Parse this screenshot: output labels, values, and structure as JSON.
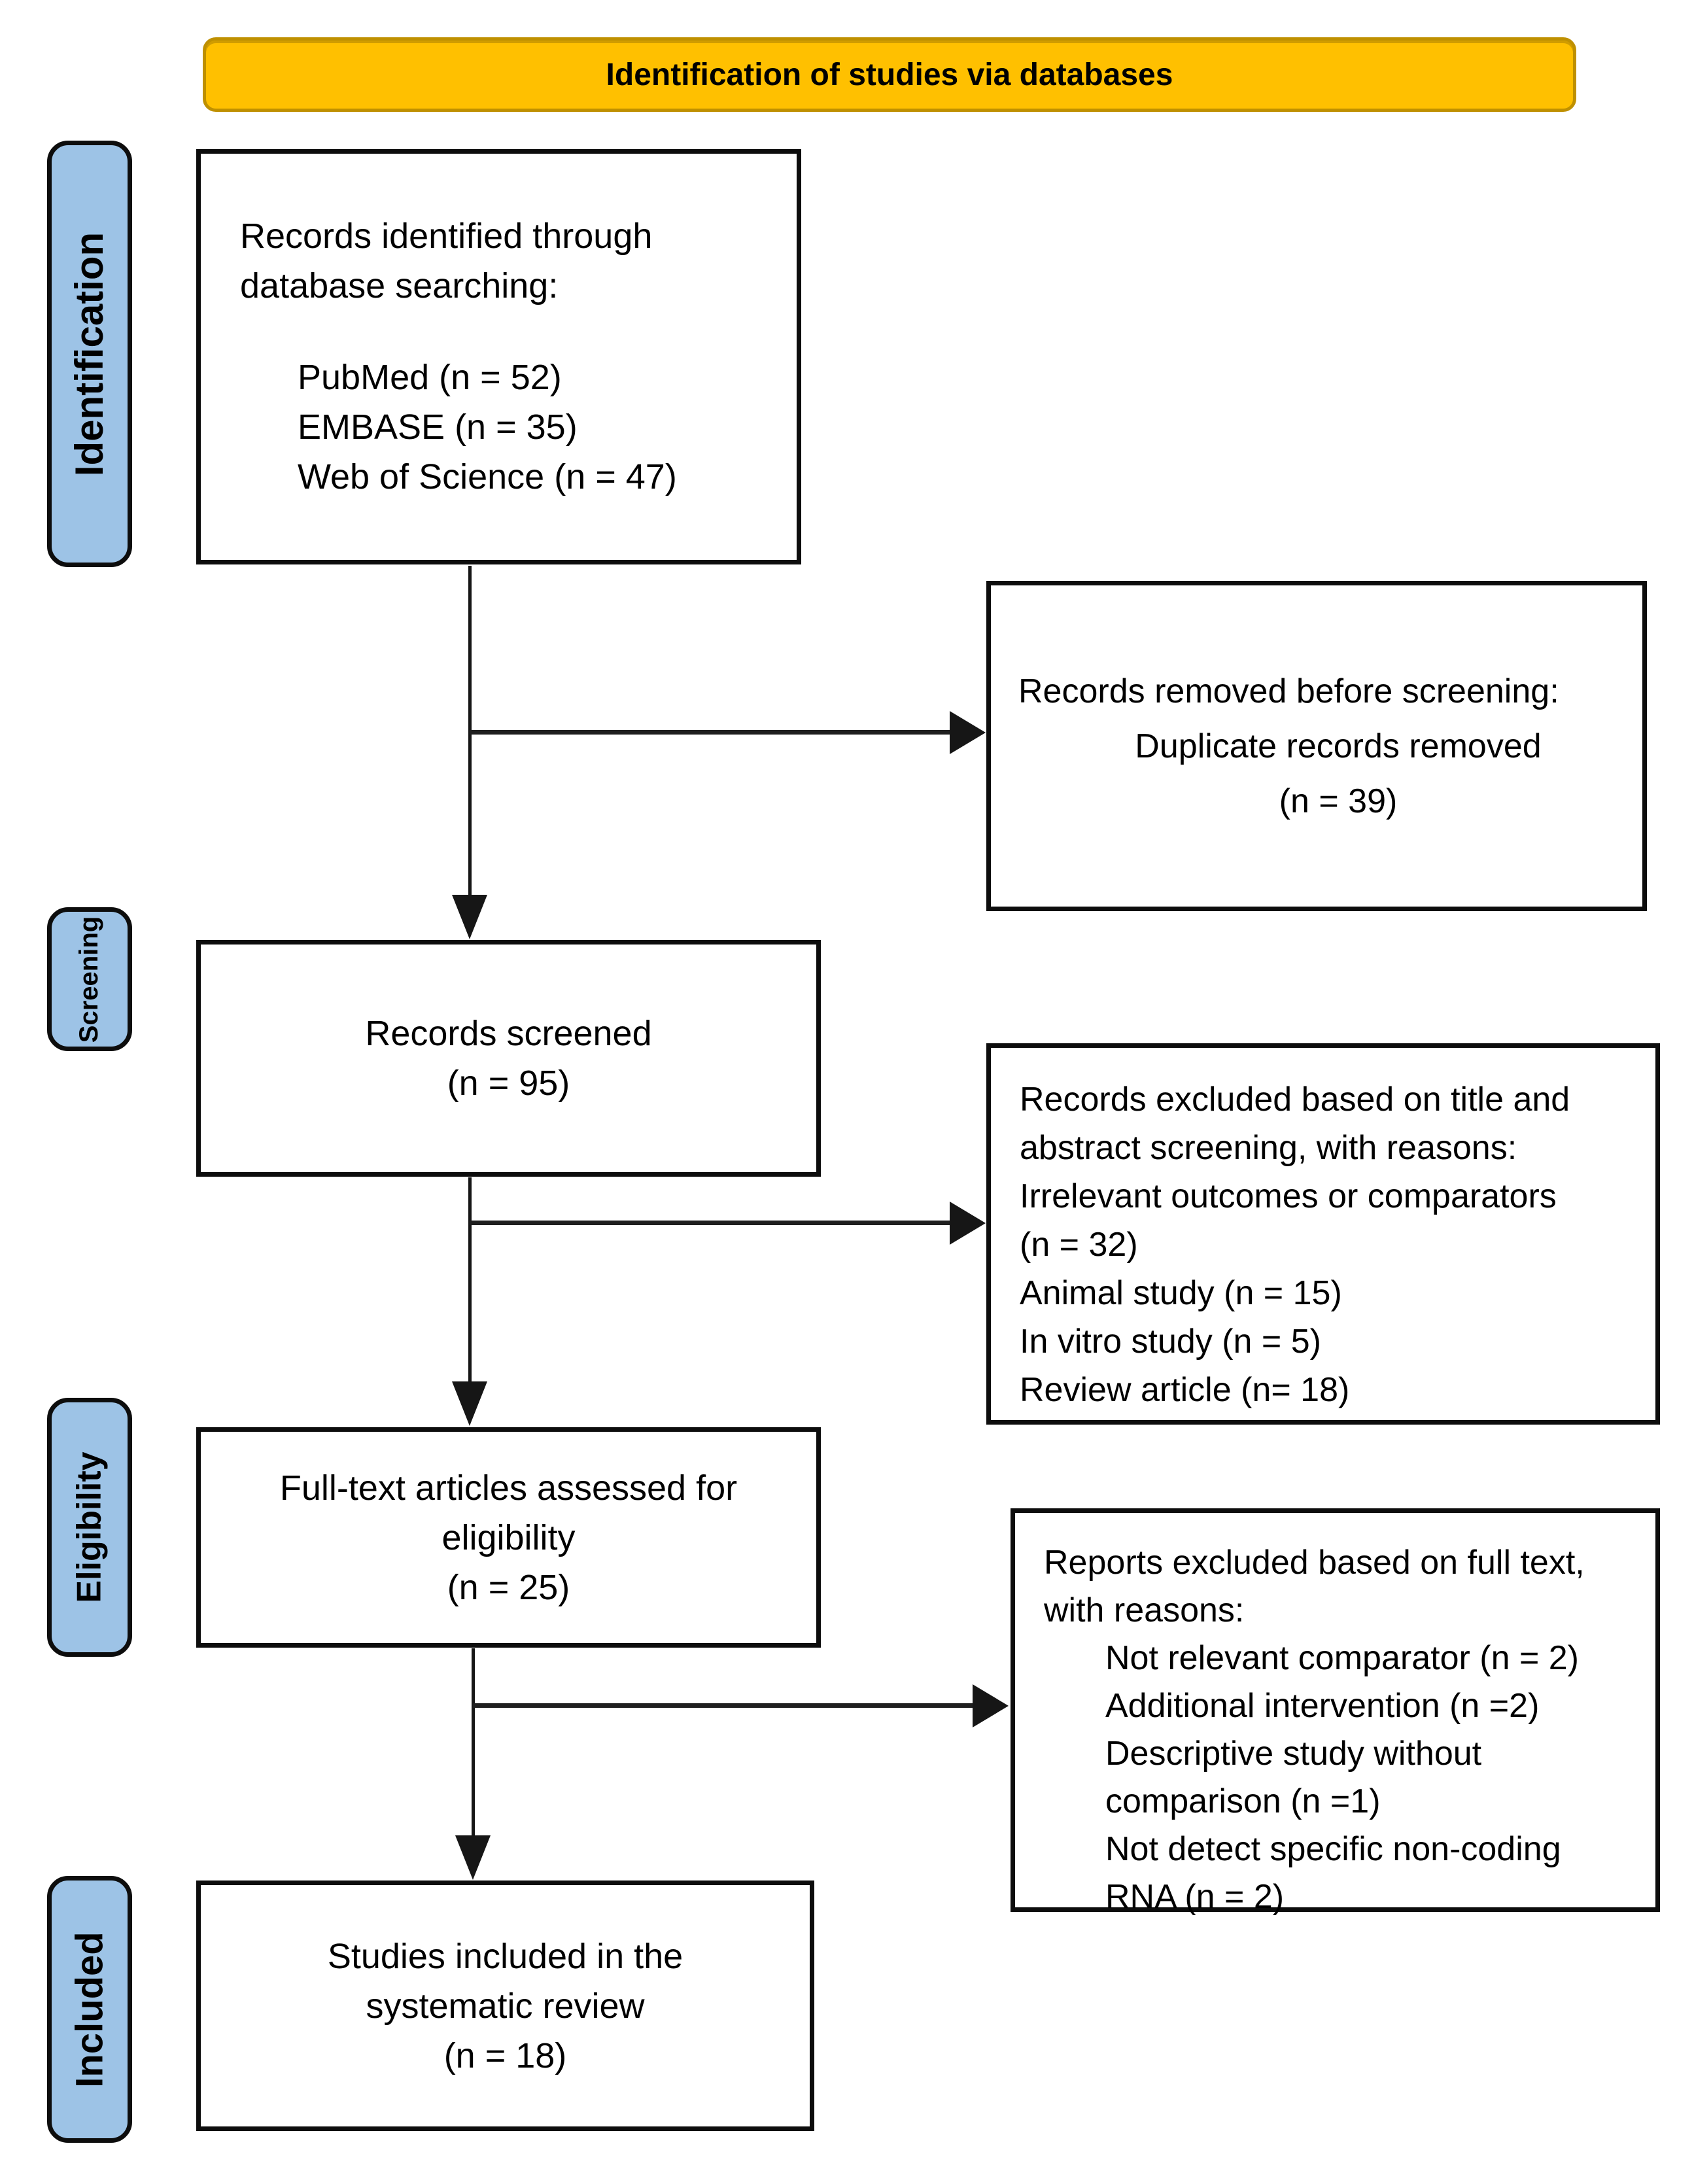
{
  "banner": {
    "title": "Identification of studies via databases"
  },
  "colors": {
    "banner_fill": "#FFC000",
    "banner_border": "#BF9000",
    "stage_fill": "#9DC3E6",
    "box_border": "#0d0d0d",
    "text": "#000000",
    "background": "#ffffff"
  },
  "stages": {
    "identification": "Identification",
    "screening": "Screening",
    "eligibility": "Eligibility",
    "included": "Included"
  },
  "boxes": {
    "identified": {
      "lines": [
        "Records identified through",
        "database searching:"
      ],
      "items": [
        "PubMed (n = 52)",
        "EMBASE (n = 35)",
        "Web of Science (n = 47)"
      ]
    },
    "removed": {
      "lines": [
        "Records removed before screening:",
        "Duplicate records removed",
        "(n = 39)"
      ]
    },
    "screened": {
      "lines": [
        "Records screened",
        "(n = 95)"
      ]
    },
    "excluded_screening": {
      "lines": [
        "Records excluded based on title and",
        "abstract screening, with reasons:",
        "Irrelevant outcomes or comparators",
        "(n = 32)",
        "Animal study (n = 15)",
        "In vitro study (n = 5)",
        "Review article (n= 18)"
      ]
    },
    "fulltext": {
      "lines": [
        "Full-text articles assessed for",
        "eligibility",
        "(n = 25)"
      ]
    },
    "excluded_fulltext": {
      "intro": [
        "Reports excluded based on full text,",
        "with reasons:"
      ],
      "reasons": [
        "Not relevant comparator (n = 2)",
        "Additional intervention (n =2)",
        "Descriptive study without",
        "comparison (n =1)",
        "Not detect specific non-coding",
        "RNA (n = 2)"
      ]
    },
    "included": {
      "lines": [
        "Studies included in the",
        "systematic review",
        "(n = 18)"
      ]
    }
  }
}
